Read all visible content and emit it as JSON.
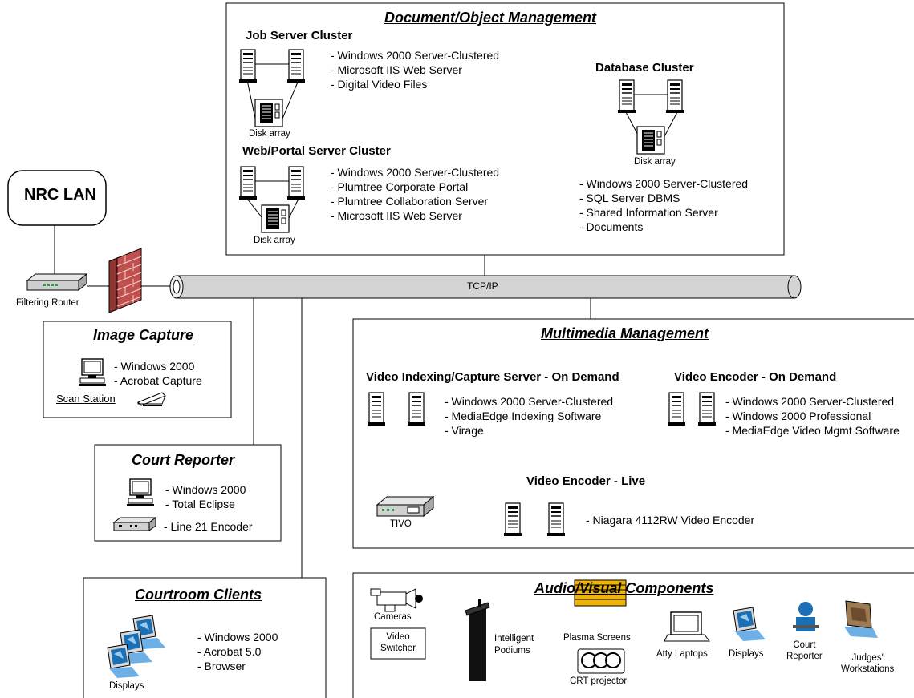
{
  "nrc_lan": "NRC LAN",
  "filtering_router": "Filtering Router",
  "tcpip": "TCP/IP",
  "doc_mgmt": {
    "title": "Document/Object  Management",
    "job_cluster": {
      "title": "Job Server Cluster",
      "items": [
        "- Windows 2000 Server-Clustered",
        "- Microsoft IIS Web Server",
        "- Digital Video Files"
      ],
      "disk": "Disk array"
    },
    "web_cluster": {
      "title": "Web/Portal Server Cluster",
      "items": [
        "- Windows 2000 Server-Clustered",
        "- Plumtree Corporate Portal",
        "- Plumtree Collaboration Server",
        "- Microsoft IIS Web Server"
      ],
      "disk": "Disk array"
    },
    "db_cluster": {
      "title": "Database Cluster",
      "items": [
        "- Windows 2000 Server-Clustered",
        "- SQL Server DBMS",
        "- Shared Information Server",
        "- Documents"
      ],
      "disk": "Disk array"
    }
  },
  "image_capture": {
    "title": "Image Capture",
    "items": [
      "- Windows 2000",
      "- Acrobat Capture"
    ],
    "scan_station": "Scan Station"
  },
  "court_reporter": {
    "title": "Court Reporter",
    "items": [
      "- Windows 2000",
      "- Total Eclipse"
    ],
    "encoder": "- Line 21 Encoder"
  },
  "courtroom_clients": {
    "title": "Courtroom Clients",
    "items": [
      "- Windows 2000",
      "- Acrobat 5.0",
      "- Browser"
    ],
    "displays": "Displays"
  },
  "multimedia": {
    "title": "Multimedia  Management",
    "indexing": {
      "title": "Video Indexing/Capture Server  - On Demand",
      "items": [
        "- Windows 2000 Server-Clustered",
        "- MediaEdge Indexing Software",
        "- Virage"
      ]
    },
    "encoder_od": {
      "title": "Video Encoder - On Demand",
      "items": [
        "- Windows 2000 Server-Clustered",
        "- Windows 2000 Professional",
        "- MediaEdge Video Mgmt Software"
      ]
    },
    "encoder_live": {
      "title": "Video Encoder  - Live",
      "items": [
        "- Niagara 4112RW  Video Encoder"
      ]
    },
    "tivo": "TIVO"
  },
  "av": {
    "title": "Audio/Visual Components",
    "cameras": "Cameras",
    "video_switcher": [
      "Video",
      "Switcher"
    ],
    "podiums": [
      "Intelligent",
      "Podiums"
    ],
    "plasma": "Plasma Screens",
    "crt": "CRT projector",
    "laptops": "Atty Laptops",
    "displays": "Displays",
    "court_reporter": [
      "Court",
      "Reporter"
    ],
    "judges": [
      "Judges'",
      "Workstations"
    ]
  },
  "colors": {
    "pipe": "#d4d4d4",
    "brick": "#c0504d",
    "screen": "#1a6fb5",
    "plasma": "#f2b400"
  }
}
